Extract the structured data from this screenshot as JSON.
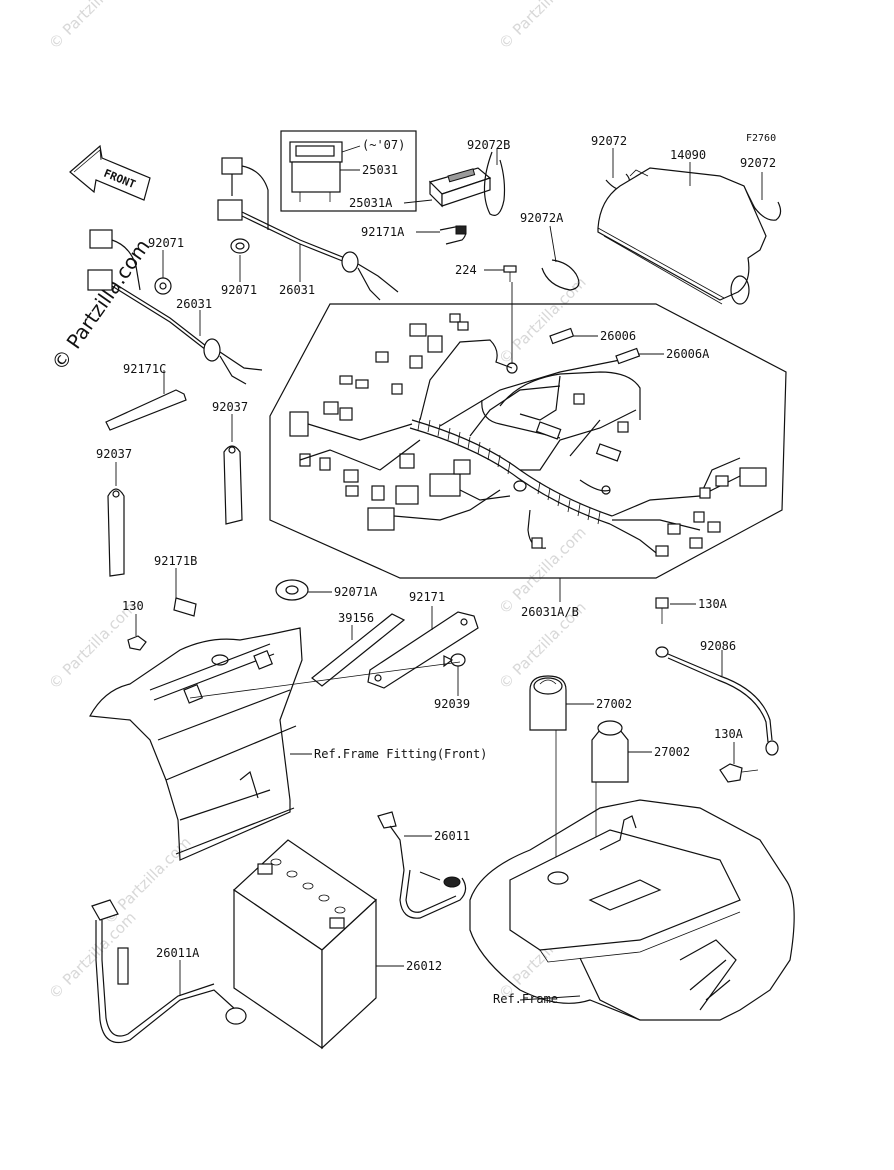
{
  "diagram": {
    "code": "F2760",
    "front_label": "FRONT",
    "brand": "© Partzilla.com",
    "watermark": "© Partzilla.com",
    "parts": {
      "p25031": "25031",
      "p25031_note": "(~'07)",
      "p25031A": "25031A",
      "p92072B": "92072B",
      "p92072_left": "92072",
      "p14090": "14090",
      "p92072_right": "92072",
      "p92171A": "92171A",
      "p92072A": "92072A",
      "p224": "224",
      "p92071_top": "92071",
      "p26031_top": "26031",
      "p26031_left": "26031",
      "p92171C": "92171C",
      "p92037_mid": "92037",
      "p92037_left": "92037",
      "p26006": "26006",
      "p26006A": "26006A",
      "p92171B": "92171B",
      "p130": "130",
      "p92071A": "92071A",
      "p92171": "92171",
      "p39156": "39156",
      "p92039": "92039",
      "p26031AB": "26031A/B",
      "p130A_top": "130A",
      "p92086": "92086",
      "p27002_top": "27002",
      "p27002_bot": "27002",
      "p130A_bot": "130A",
      "p26011": "26011",
      "p26012": "26012",
      "p26011A": "26011A",
      "ref_frame_fitting": "Ref.Frame Fitting(Front)",
      "ref_frame": "Ref.Frame"
    }
  }
}
